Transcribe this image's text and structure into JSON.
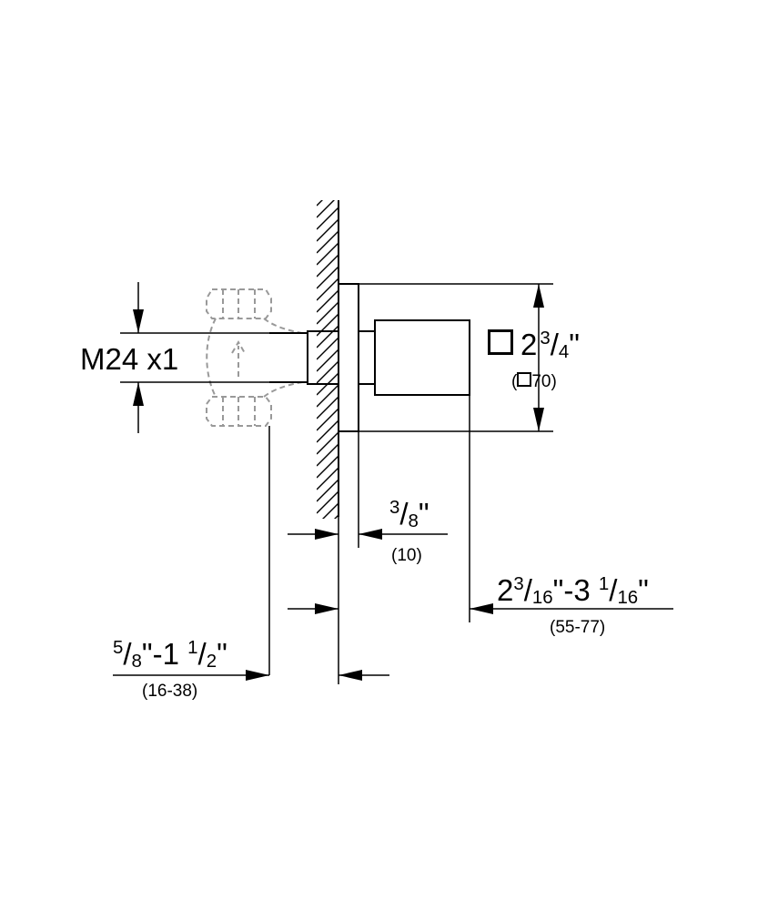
{
  "labels": {
    "thread": "M24 x1",
    "flange_square": {
      "whole": "2",
      "num": "3",
      "den": "4",
      "unit": "\""
    },
    "flange_square_mm": {
      "open": "(",
      "value": "70",
      "close": ")"
    },
    "depth_right": {
      "a_whole": "2",
      "a_num": "3",
      "a_den": "16",
      "a_unit": "\"",
      "dash": "-",
      "b_whole": "3 ",
      "b_num": "1",
      "b_den": "16",
      "b_unit": "\""
    },
    "depth_right_mm": "(55-77)",
    "flange_thickness": {
      "num": "3",
      "den": "8",
      "unit": "\""
    },
    "flange_thickness_mm": "(10)",
    "depth_left": {
      "a_num": "5",
      "a_den": "8",
      "a_unit": "\"",
      "dash": "-",
      "b_whole": "1 ",
      "b_num": "1",
      "b_den": "2",
      "b_unit": "\""
    },
    "depth_left_mm": "(16-38)"
  },
  "colors": {
    "line": "#000000",
    "background": "#ffffff",
    "hidden_line": "#999999"
  }
}
